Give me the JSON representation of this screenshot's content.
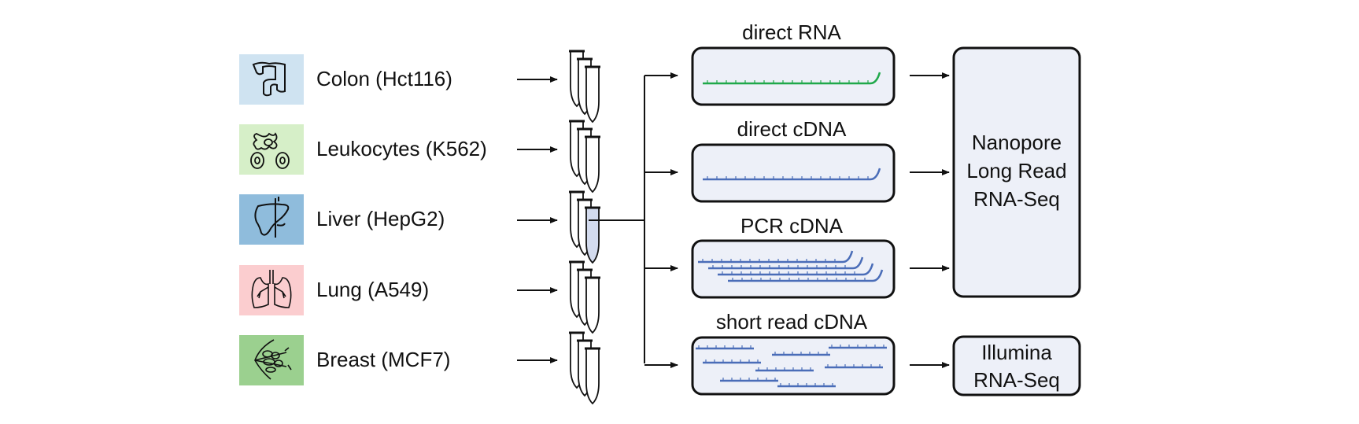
{
  "samples": [
    {
      "label": "Colon (Hct116)",
      "icon": "colon-icon",
      "color": "#cfe3f1"
    },
    {
      "label": "Leukocytes (K562)",
      "icon": "leukocytes-icon",
      "color": "#d6efc8"
    },
    {
      "label": "Liver (HepG2)",
      "icon": "liver-icon",
      "color": "#8fbcdc"
    },
    {
      "label": "Lung (A549)",
      "icon": "lungs-icon",
      "color": "#fbcdcf"
    },
    {
      "label": "Breast (MCF7)",
      "icon": "breast-icon",
      "color": "#9bd08f"
    }
  ],
  "protocols": [
    {
      "label": "direct RNA",
      "read_color": "#1fa84a",
      "reads": "single-long"
    },
    {
      "label": "direct cDNA",
      "read_color": "#4a6db8",
      "reads": "single-long"
    },
    {
      "label": "PCR cDNA",
      "read_color": "#4a6db8",
      "reads": "multiple-long"
    },
    {
      "label": "short read cDNA",
      "read_color": "#4a6db8",
      "reads": "many-short"
    }
  ],
  "platforms": [
    {
      "label_lines": [
        "Nanopore",
        "Long Read",
        "RNA-Seq"
      ]
    },
    {
      "label_lines": [
        "Illumina",
        "RNA-Seq"
      ]
    }
  ],
  "colors": {
    "box_fill": "#edf0f8",
    "box_stroke": "#111111",
    "tube_highlight": "#d3dbee"
  }
}
